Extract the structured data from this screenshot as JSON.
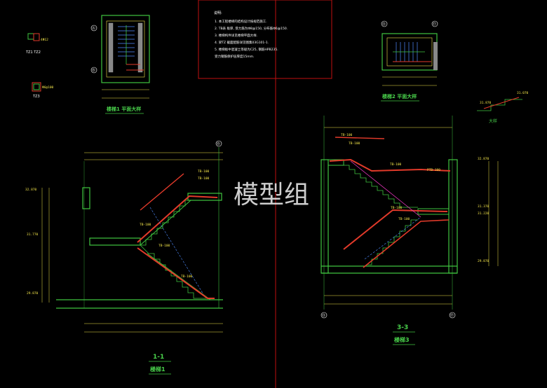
{
  "colors": {
    "background": "#000000",
    "structure": "#3fc43f",
    "dimension": "#f3e54a",
    "rebar": "#e23a2a",
    "stairs": "#4f8cff",
    "frame": "#c01010",
    "text": "#ffffff",
    "hatch": "#ff3bd0"
  },
  "watermark": "模型组",
  "notes_panel": {
    "heading": "说明:",
    "lines": [
      "1. 本工程楼梯的结构设计按规范施工.",
      "2. TB表 板厚, 受力筋为Φ8@150, 分布筋Φ6@150.",
      "3. 楼梯构件详见楼梯平面大样.",
      "4. 梁TZ 截面配筋详见图集03G101-1.",
      "5. 楼梯板中混凝土等级为C25, 钢筋HPB235.",
      "   受力钢筋保护层厚度15mm."
    ]
  },
  "plan1": {
    "title": "楼梯1  平面大样",
    "grid_a": "Ⓐ",
    "grid_b": "Ⓑ"
  },
  "plan2": {
    "title": "楼梯2  平面大样",
    "grid_a": "⑬",
    "grid_b": "⑰"
  },
  "section1": {
    "number": "1-1",
    "title": "楼梯1",
    "grid_top": "Ⓑ",
    "elev_top": "32.870",
    "elev_mid": "31.770",
    "elev_bot": "29.870",
    "labels": [
      "TB-100",
      "TB-100",
      "TB-100",
      "TB-100",
      "TB-100"
    ]
  },
  "section3": {
    "number": "3-3",
    "title": "楼梯3",
    "grid_left": "⑬",
    "grid_right": "⑰",
    "elev_top": "32.870",
    "elev_mid1": "31.370",
    "elev_mid2": "31.220",
    "elev_bot": "29.870",
    "labels": [
      "TB-100",
      "TB-100",
      "TB-100",
      "PTB-100",
      "TB-100",
      "TB-100"
    ]
  },
  "detail": {
    "title": "大样",
    "elev1": "31.870",
    "elev2": "31.070"
  },
  "column_detail": {
    "labels": [
      "TZ1 TZ2",
      "TZ3"
    ],
    "notes": [
      "4Φ12",
      "Φ6@100"
    ]
  }
}
